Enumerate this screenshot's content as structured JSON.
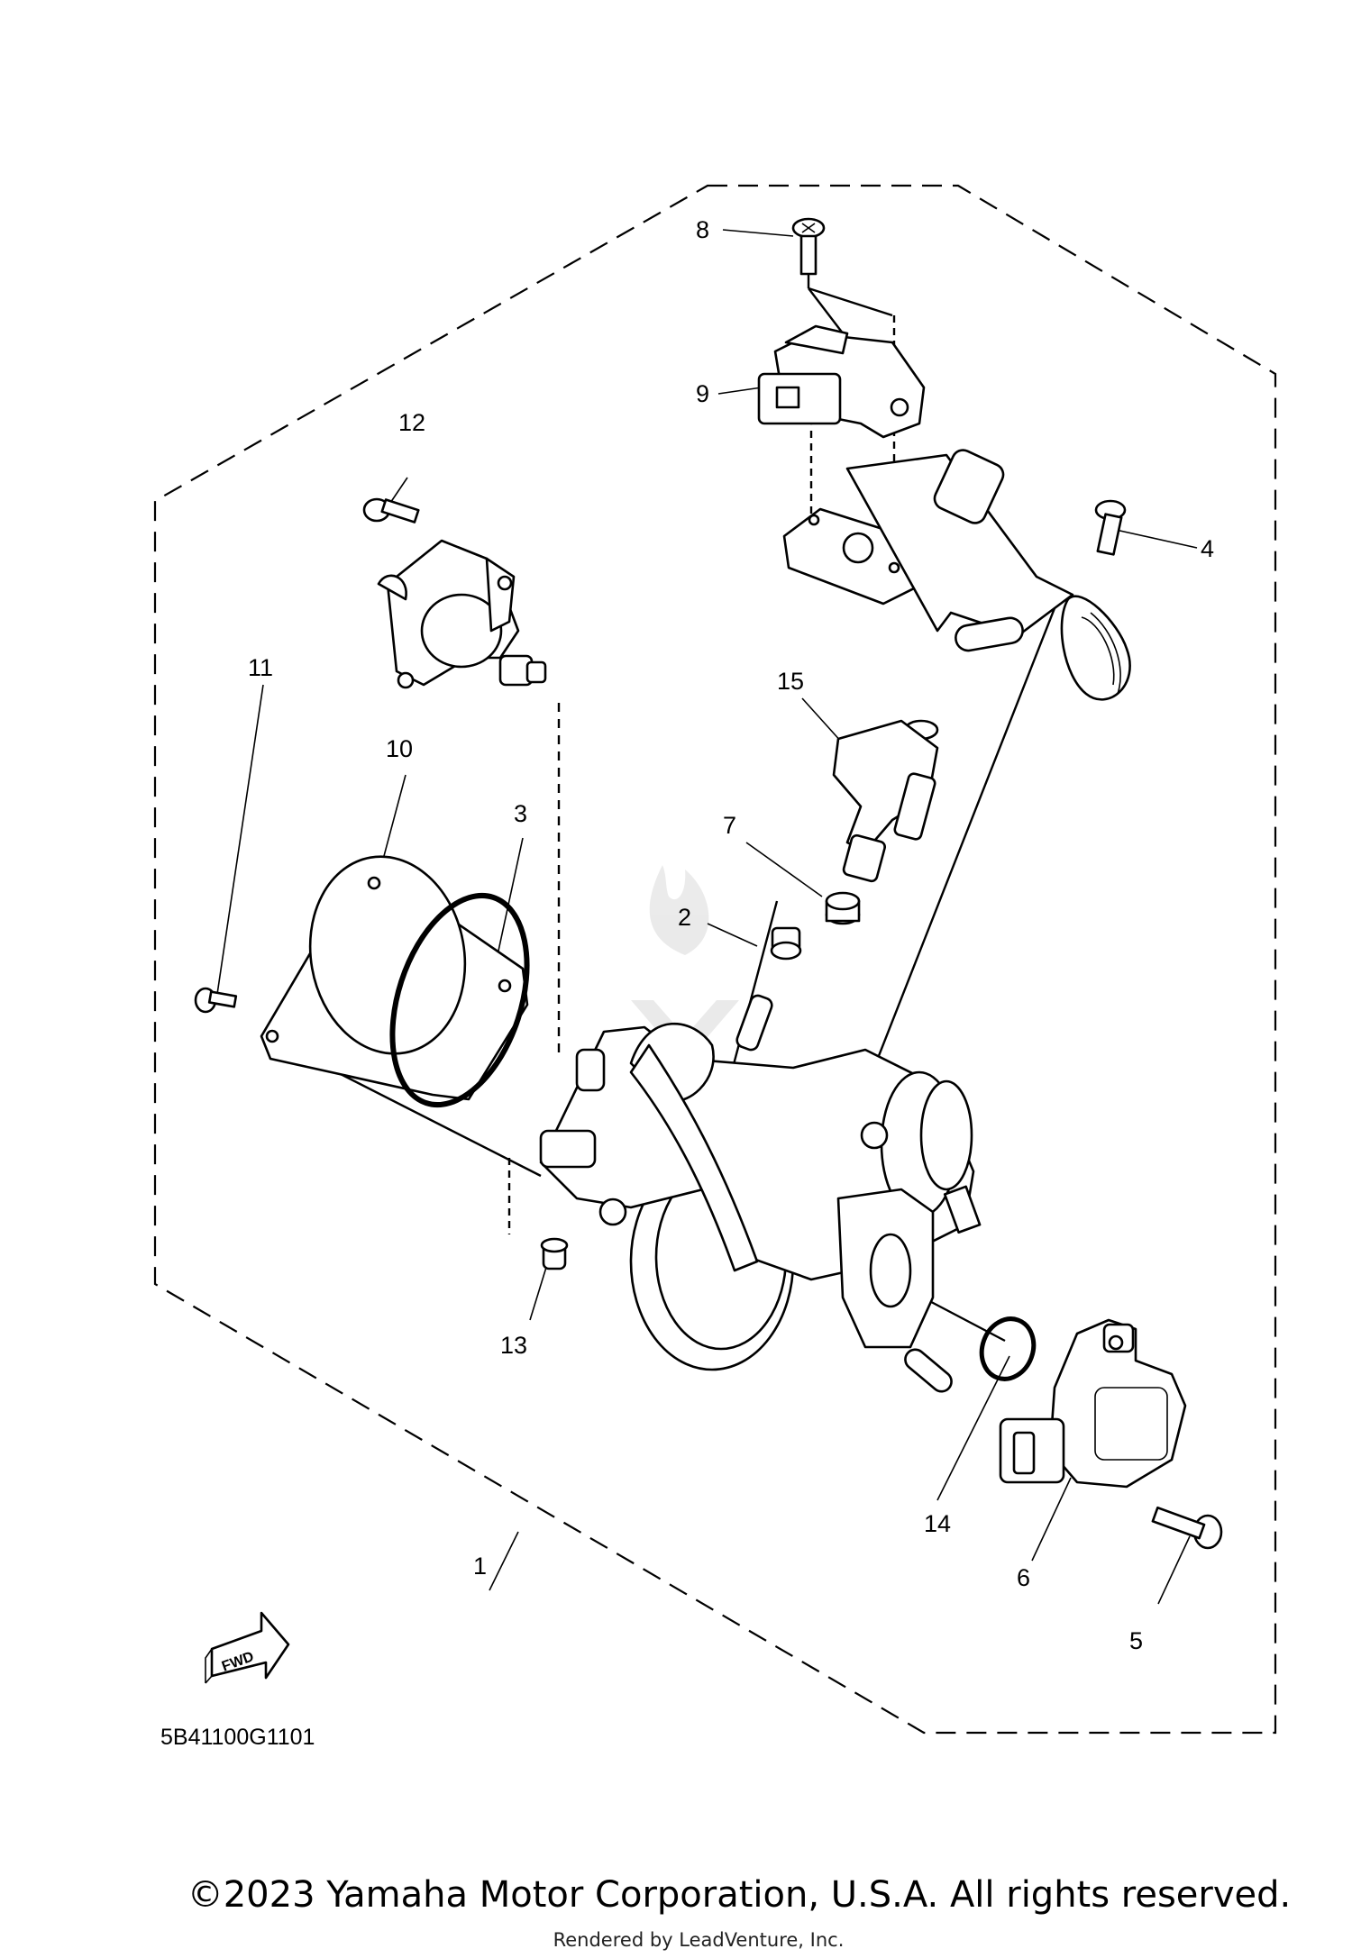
{
  "callouts": [
    {
      "id": "1",
      "label": "1"
    },
    {
      "id": "2",
      "label": "2"
    },
    {
      "id": "3",
      "label": "3"
    },
    {
      "id": "4",
      "label": "4"
    },
    {
      "id": "5",
      "label": "5"
    },
    {
      "id": "6",
      "label": "6"
    },
    {
      "id": "7",
      "label": "7"
    },
    {
      "id": "8",
      "label": "8"
    },
    {
      "id": "9",
      "label": "9"
    },
    {
      "id": "10",
      "label": "10"
    },
    {
      "id": "11",
      "label": "11"
    },
    {
      "id": "12",
      "label": "12"
    },
    {
      "id": "13",
      "label": "13"
    },
    {
      "id": "14",
      "label": "14"
    },
    {
      "id": "15",
      "label": "15"
    }
  ],
  "fwd_label": "FWD",
  "figure_code": "5B41100G1101",
  "copyright": "©2023 Yamaha Motor Corporation, U.S.A. All rights reserved.",
  "rendered_by": "Rendered by LeadVenture, Inc."
}
